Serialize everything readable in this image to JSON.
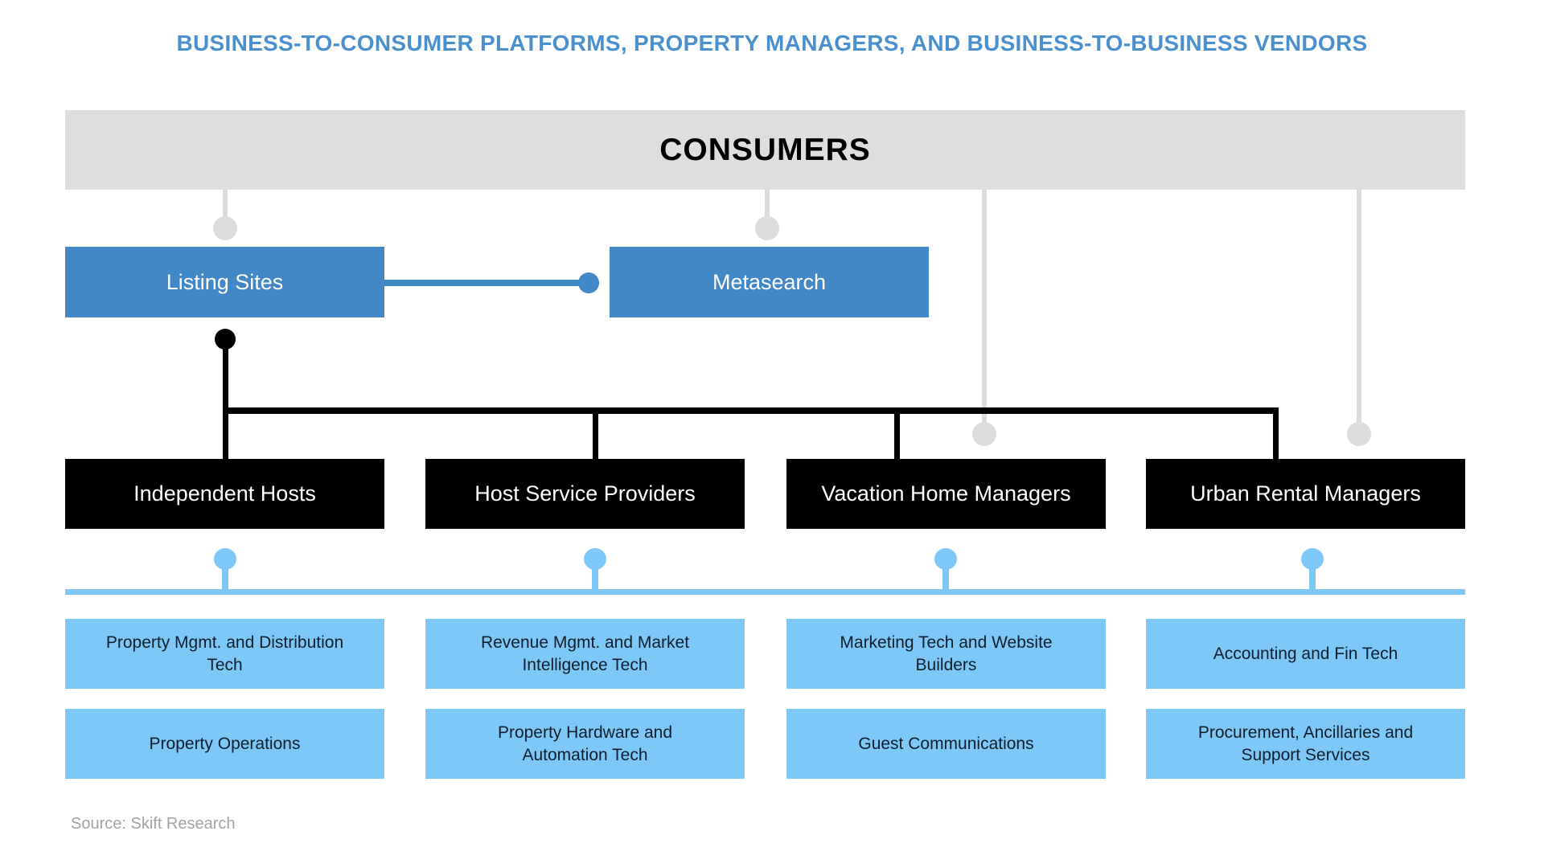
{
  "title": "BUSINESS-TO-CONSUMER PLATFORMS, PROPERTY MANAGERS, AND BUSINESS-TO-BUSINESS VENDORS",
  "consumers": {
    "label": "CONSUMERS"
  },
  "platforms": {
    "listing_sites": "Listing Sites",
    "metasearch": "Metasearch"
  },
  "managers": [
    "Independent Hosts",
    "Host Service Providers",
    "Vacation Home Managers",
    "Urban Rental Managers"
  ],
  "vendors": [
    [
      "Property Mgmt. and Distribution\nTech",
      "Property Operations"
    ],
    [
      "Revenue Mgmt. and Market\nIntelligence Tech",
      "Property Hardware and\nAutomation Tech"
    ],
    [
      "Marketing Tech and Website\nBuilders",
      "Guest Communications"
    ],
    [
      "Accounting and Fin Tech",
      "Procurement, Ancillaries and\nSupport Services"
    ]
  ],
  "source": "Source: Skift Research",
  "colors": {
    "title_blue": "#4a8fce",
    "platform_blue": "#4287c6",
    "vendor_light_blue": "#7dc8f7",
    "consumers_gray": "#dedede",
    "connector_gray": "#dcdcdc",
    "manager_black": "#000000"
  }
}
